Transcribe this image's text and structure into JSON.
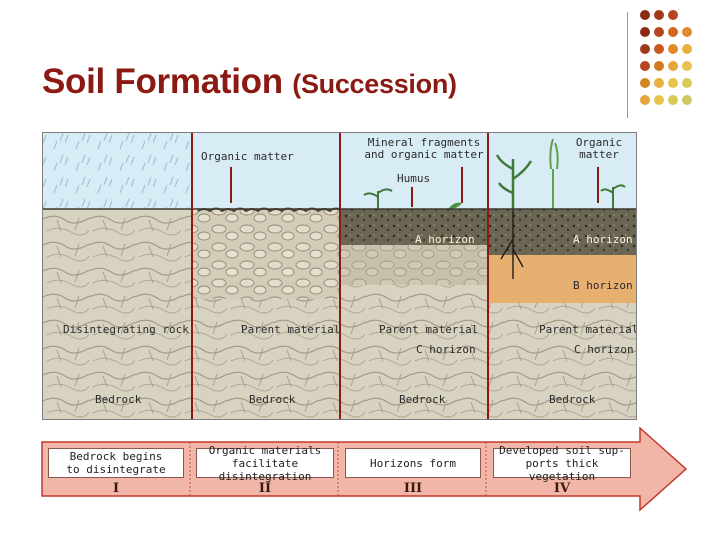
{
  "title": {
    "main": "Soil Formation",
    "sub": "(Succession)"
  },
  "colors": {
    "title": "#8b1a12",
    "arrow": "#f2b6a8",
    "arrow_border": "#c0392b",
    "divider": "#8b1a12",
    "sky": "#d8ecf5",
    "rock": "#d6d0bd",
    "a_horizon": "#4a4536",
    "b_horizon": "#e8b070"
  },
  "decor_dots": [
    [
      "#8b2a12",
      "#a0391a",
      "#b84420",
      ""
    ],
    [
      "#8b2a12",
      "#b84420",
      "#d2691e",
      "#e08a2a"
    ],
    [
      "#a0391a",
      "#c9551f",
      "#e08a2a",
      "#e8b040"
    ],
    [
      "#b84420",
      "#d2791e",
      "#e8a53a",
      "#e8c24a"
    ],
    [
      "#d2841e",
      "#e8b040",
      "#e8c24a",
      "#d9c85a"
    ],
    [
      "#e8a53a",
      "#e8c24a",
      "#d9c85a",
      "#cfc860"
    ]
  ],
  "stages": [
    {
      "labels": {
        "rock": "Disintegrating rock",
        "bedrock": "Bedrock"
      },
      "box": [
        "Bedrock begins",
        "to disintegrate"
      ],
      "numeral": "I"
    },
    {
      "labels": {
        "top": "Organic matter",
        "parent": "Parent material",
        "bedrock": "Bedrock"
      },
      "box": [
        "Organic materials",
        "facilitate disintegration"
      ],
      "numeral": "II"
    },
    {
      "labels": {
        "top": [
          "Mineral fragments",
          "and organic matter"
        ],
        "humus": "Humus",
        "a_horizon": "A horizon",
        "parent": "Parent material",
        "c_horizon": "C horizon",
        "bedrock": "Bedrock"
      },
      "box": [
        "Horizons form"
      ],
      "numeral": "III"
    },
    {
      "labels": {
        "top": [
          "Organic",
          "matter"
        ],
        "a_horizon": "A horizon",
        "b_horizon": "B horizon",
        "parent": "Parent material",
        "c_horizon": "C horizon",
        "bedrock": "Bedrock"
      },
      "box": [
        "Developed soil sup-",
        "ports thick vegetation"
      ],
      "numeral": "IV"
    }
  ]
}
